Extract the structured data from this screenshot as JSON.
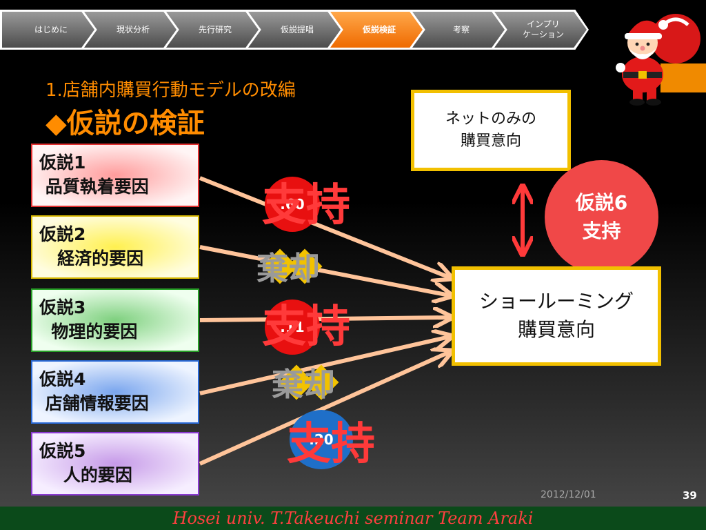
{
  "breadcrumb": {
    "steps": [
      {
        "label": "はじめに"
      },
      {
        "label": "現状分析"
      },
      {
        "label": "先行研究"
      },
      {
        "label": "仮説提唱"
      },
      {
        "label": "仮説検証"
      },
      {
        "label": "考察"
      },
      {
        "label": "インプリ\nケーション"
      }
    ],
    "active_step": "仮説検証"
  },
  "slide": {
    "subtitle": "1.店舗内購買行動モデルの改編",
    "title": "◆仮説の検証"
  },
  "hypotheses": [
    {
      "label": "仮説1",
      "name": " 品質執着要因"
    },
    {
      "label": "仮説2",
      "name": "   経済的要因"
    },
    {
      "label": "仮説3",
      "name": "  物理的要因"
    },
    {
      "label": "仮説4",
      "name": " 店舗情報要因"
    },
    {
      "label": "仮説5",
      "name": "    人的要因"
    }
  ],
  "results": [
    {
      "coef": ".60",
      "verdict": "支持"
    },
    {
      "verdict": "棄却"
    },
    {
      "coef": ".11",
      "verdict": "支持"
    },
    {
      "verdict": "棄却"
    },
    {
      "coef": ".20",
      "verdict": "支持"
    }
  ],
  "net_box": {
    "line1": "ネットのみの",
    "line2": "購買意向"
  },
  "showroom_box": {
    "line1": "ショールーミング",
    "line2": "購買意向"
  },
  "hyp6": {
    "label": "仮説6",
    "verdict": "支持"
  },
  "footer": {
    "caption": "Hosei univ. T.Takeuchi seminar Team Araki",
    "date": "2012/12/01",
    "page": "39"
  },
  "colors": {
    "accent": "#ff8c00",
    "support": "#ff3a3a",
    "reject": "#9a9a9a",
    "arrow": "#ffc49a",
    "border_yellow": "#f2c000",
    "footer_bg": "#0b4a1a"
  }
}
